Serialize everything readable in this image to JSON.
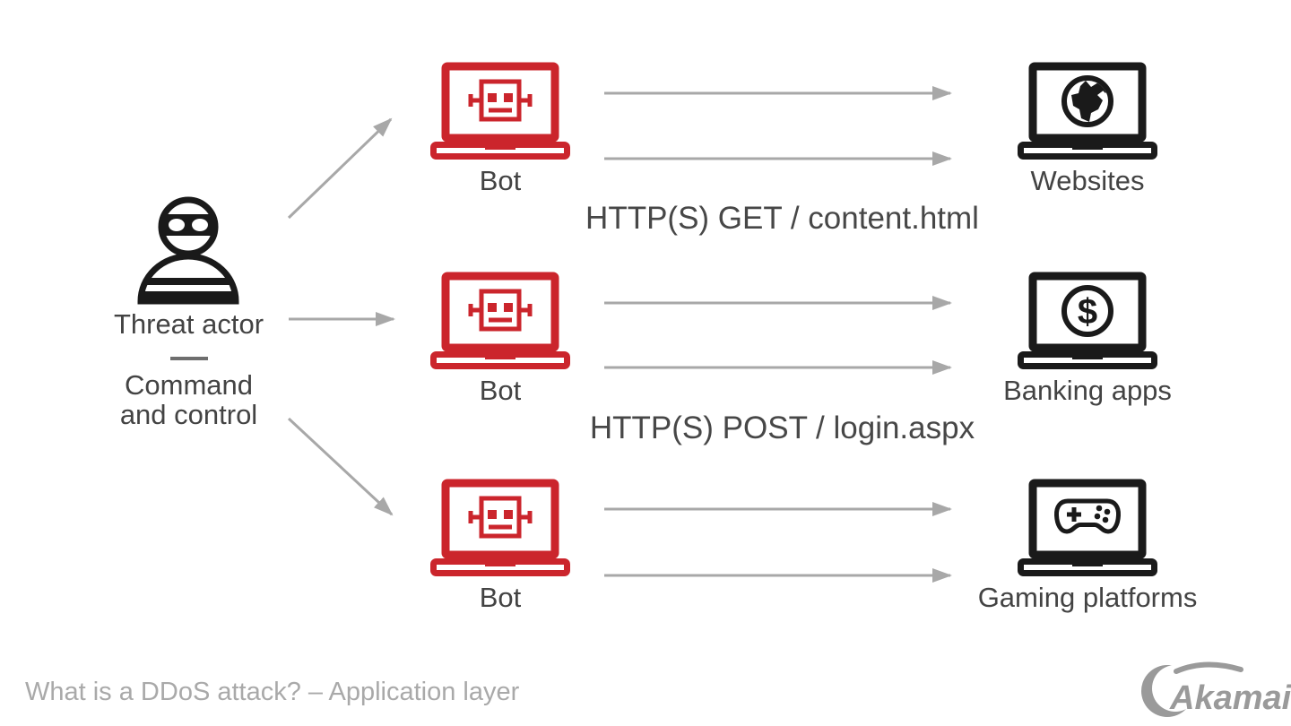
{
  "diagram": {
    "threat_actor": {
      "label": "Threat actor",
      "sublabel_lines": [
        "Command",
        "and control"
      ],
      "icon": "threat-actor-icon"
    },
    "bots": [
      {
        "label": "Bot",
        "icon": "bot-laptop-icon"
      },
      {
        "label": "Bot",
        "icon": "bot-laptop-icon"
      },
      {
        "label": "Bot",
        "icon": "bot-laptop-icon"
      }
    ],
    "targets": [
      {
        "label": "Websites",
        "icon": "globe-laptop-icon"
      },
      {
        "label": "Banking apps",
        "icon": "dollar-laptop-icon",
        "icon_glyph": "$"
      },
      {
        "label": "Gaming platforms",
        "icon": "gamepad-laptop-icon"
      }
    ],
    "flow_labels": [
      {
        "label": "HTTP(S) GET / content.html"
      },
      {
        "label": "HTTP(S) POST / login.aspx"
      }
    ],
    "connections": [
      {
        "from": "command-and-control",
        "to": "bot-1",
        "arrows": 1
      },
      {
        "from": "command-and-control",
        "to": "bot-2",
        "arrows": 1
      },
      {
        "from": "command-and-control",
        "to": "bot-3",
        "arrows": 1
      },
      {
        "from": "bot-1",
        "to": "websites",
        "arrows": 2
      },
      {
        "from": "bot-2",
        "to": "banking-apps",
        "arrows": 2
      },
      {
        "from": "bot-3",
        "to": "gaming-platforms",
        "arrows": 2
      }
    ],
    "colors": {
      "bot_red": "#CB252C",
      "icon_black": "#1A1A1A",
      "arrow_gray": "#A8A8A8",
      "label_gray": "#434343",
      "caption_gray": "#A9A9A9",
      "logo_gray": "#9A9A9A"
    }
  },
  "footer": {
    "caption": "What is a DDoS attack? – Application layer",
    "brand": "Akamai"
  }
}
